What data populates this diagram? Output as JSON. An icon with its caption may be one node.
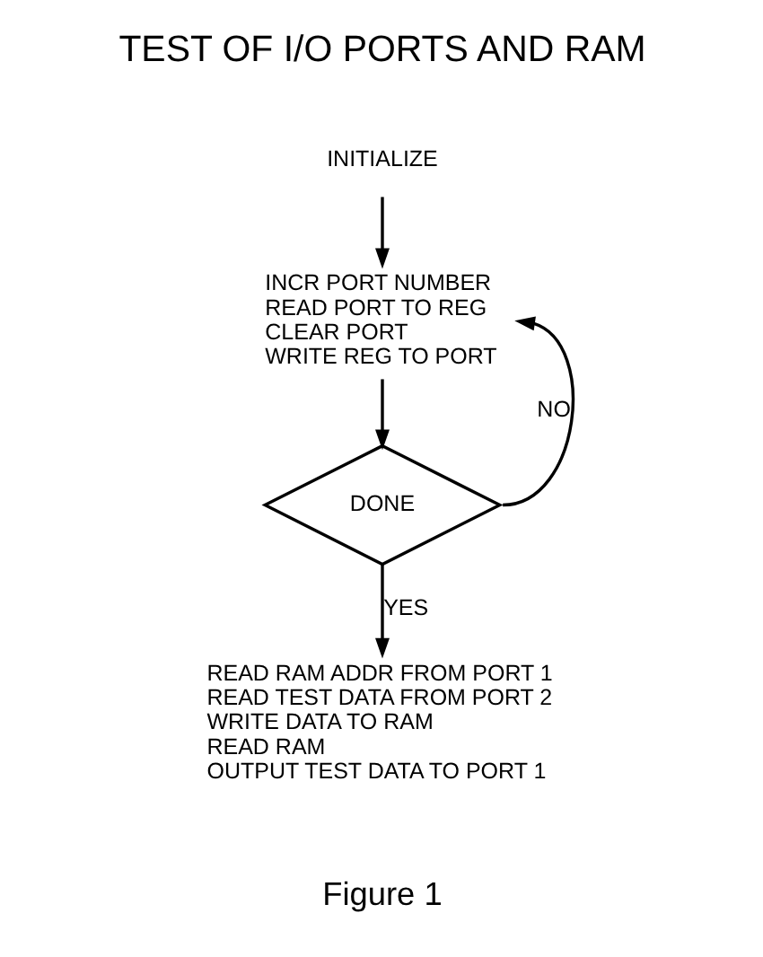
{
  "diagram": {
    "title": "TEST OF I/O PORTS AND RAM",
    "caption": "Figure 1",
    "nodes": [
      {
        "text": [
          "INITIALIZE"
        ]
      },
      {
        "text": [
          "INCR PORT NUMBER",
          "READ PORT TO REG",
          "CLEAR PORT",
          "WRITE REG TO PORT"
        ]
      },
      {
        "text": [
          "DONE"
        ]
      },
      {
        "text": [
          "READ RAM ADDR FROM PORT 1",
          "READ TEST DATA FROM PORT 2",
          "WRITE DATA TO RAM",
          "READ RAM",
          "OUTPUT TEST DATA TO PORT 1"
        ]
      }
    ],
    "edges": [
      {
        "from": 0,
        "to": 1,
        "arrow": "to"
      },
      {
        "from": 1,
        "to": 2,
        "arrow": "to"
      },
      {
        "from": 2,
        "to": 1,
        "arrow": "to",
        "label": "NO"
      },
      {
        "from": 2,
        "to": 3,
        "arrow": "to",
        "label": "YES"
      }
    ]
  }
}
